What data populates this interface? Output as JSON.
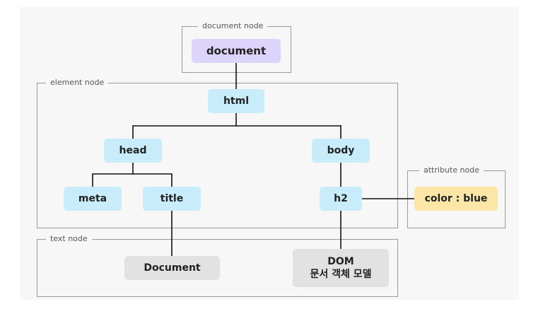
{
  "groups": {
    "document_node": "document node",
    "element_node": "element node",
    "attribute_node": "attribute node",
    "text_node": "text node"
  },
  "nodes": {
    "document": "document",
    "html": "html",
    "head": "head",
    "body": "body",
    "meta": "meta",
    "title": "title",
    "h2": "h2",
    "attribute": "color : blue",
    "text_document": "Document",
    "text_dom_line1": "DOM",
    "text_dom_line2": "문서 객체 모델"
  },
  "colors": {
    "document_fill": "#dcd4fb",
    "element_fill": "#c8ecfa",
    "attribute_fill": "#fbe6a8",
    "text_fill": "#e2e2e2",
    "connector": "#111111",
    "group_border": "#9a9a9a"
  }
}
